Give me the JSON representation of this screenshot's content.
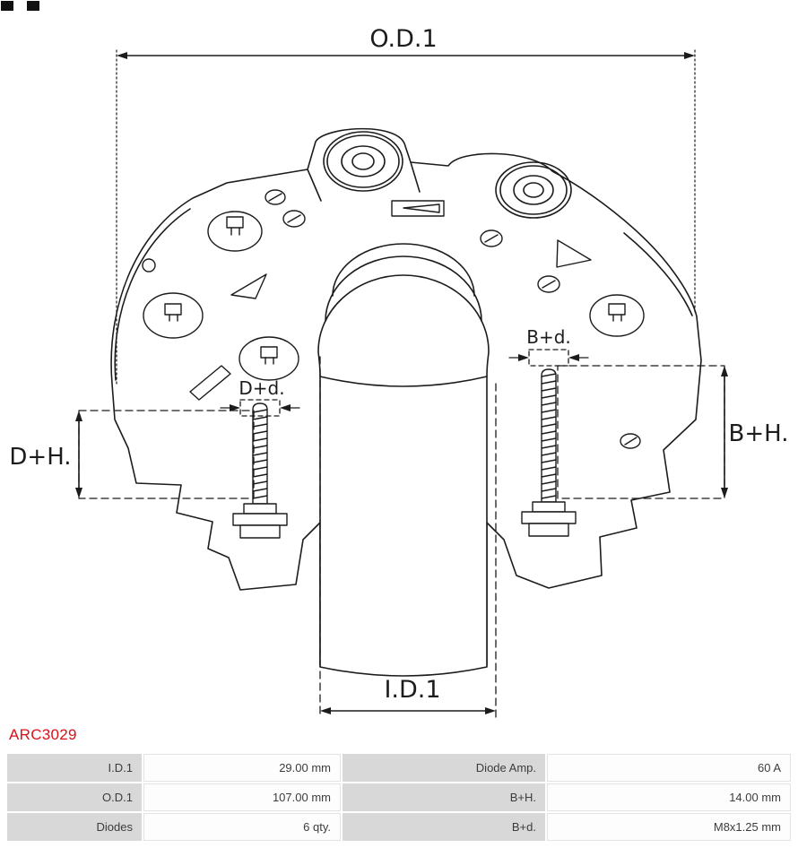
{
  "icons": {
    "logo": "as-logo-fragment"
  },
  "part_number": "ARC3029",
  "diagram": {
    "dims": {
      "od1": "O.D.1",
      "id1": "I.D.1",
      "dh": "D+H.",
      "bh": "B+H.",
      "dd": "D+d.",
      "bd": "B+d."
    }
  },
  "table": {
    "rows": [
      {
        "c0": "I.D.1",
        "c1": "29.00 mm",
        "c2": "Diode Amp.",
        "c3": "60 A"
      },
      {
        "c0": "O.D.1",
        "c1": "107.00 mm",
        "c2": "B+H.",
        "c3": "14.00 mm"
      },
      {
        "c0": "Diodes",
        "c1": "6 qty.",
        "c2": "B+d.",
        "c3": "M8x1.25 mm"
      }
    ]
  },
  "colors": {
    "part_number_red": "#d9121a",
    "table_label_bg": "#d8d8d8",
    "table_value_bg": "#fdfdfd",
    "line_color": "#1c1c1c"
  }
}
